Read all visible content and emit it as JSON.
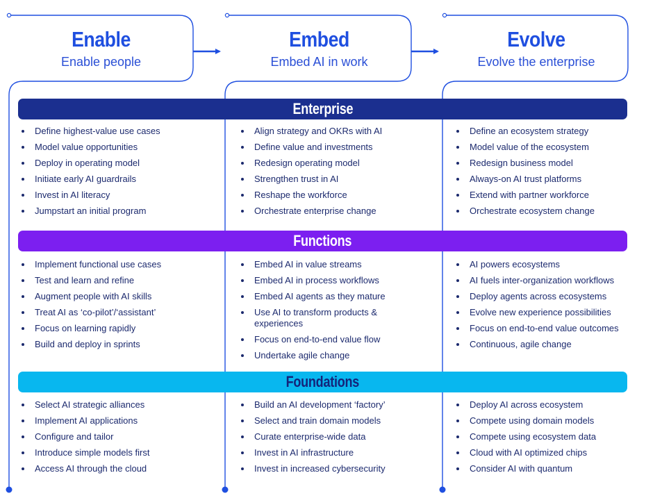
{
  "phases": [
    {
      "title": "Enable",
      "subtitle": "Enable people"
    },
    {
      "title": "Embed",
      "subtitle": "Embed AI in work"
    },
    {
      "title": "Evolve",
      "subtitle": "Evolve the enterprise"
    }
  ],
  "sections": [
    {
      "label": "Enterprise",
      "columns": [
        [
          "Define highest-value use cases",
          "Model value opportunities",
          "Deploy in operating model",
          "Initiate early AI guardrails",
          "Invest in AI literacy",
          "Jumpstart an initial program"
        ],
        [
          "Align strategy and OKRs with AI",
          "Define value and investments",
          "Redesign operating model",
          "Strengthen trust in AI",
          "Reshape the workforce",
          "Orchestrate enterprise change"
        ],
        [
          "Define an ecosystem strategy",
          "Model value of the ecosystem",
          "Redesign business model",
          "Always-on AI trust platforms",
          "Extend with partner workforce",
          "Orchestrate ecosystem change"
        ]
      ]
    },
    {
      "label": "Functions",
      "columns": [
        [
          "Implement functional use cases",
          "Test and learn and refine",
          "Augment people with AI skills",
          "Treat AI as ‘co-pilot’/‘assistant’",
          "Focus on learning rapidly",
          "Build and deploy in sprints"
        ],
        [
          "Embed AI in value streams",
          "Embed AI in process workflows",
          "Embed AI agents as they mature",
          "Use AI to transform products & experiences",
          "Focus on end-to-end value flow",
          "Undertake agile change"
        ],
        [
          "AI powers ecosystems",
          "AI fuels inter-organization workflows",
          "Deploy agents across ecosystems",
          "Evolve new experience possibilities",
          "Focus on end-to-end value outcomes",
          "Continuous, agile change"
        ]
      ]
    },
    {
      "label": "Foundations",
      "columns": [
        [
          "Select AI strategic alliances",
          "Implement AI applications",
          "Configure and tailor",
          "Introduce simple models first",
          "Access AI through the cloud"
        ],
        [
          "Build an AI development ‘factory’",
          "Select and train domain models",
          "Curate enterprise-wide data",
          "Invest in AI infrastructure",
          "Invest in increased cybersecurity"
        ],
        [
          "Deploy AI across ecosystem",
          "Compete using domain models",
          "Compete using ecosystem data",
          "Cloud with AI optimized chips",
          "Consider AI with quantum"
        ]
      ]
    }
  ],
  "colors": {
    "line": "#1f4fe0",
    "enterprise": "#1b2f8f",
    "functions": "#7c1ff0",
    "foundations": "#08b7ef"
  }
}
